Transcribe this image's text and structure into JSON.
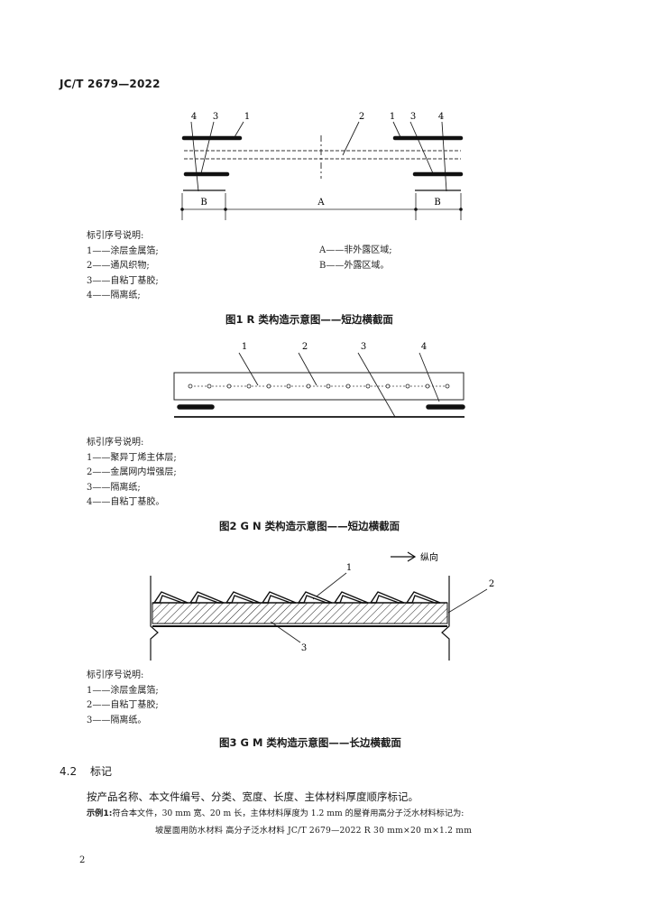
{
  "header": {
    "doc_code": "JC/T 2679—2022"
  },
  "figure1": {
    "callouts": [
      "4",
      "3",
      "1",
      "2",
      "1",
      "3",
      "4"
    ],
    "dim_labels": [
      "B",
      "A",
      "B"
    ],
    "legend_title": "标引序号说明:",
    "legend_items": [
      "1——涂层金属箔;",
      "2——通风织物;",
      "3——自粘丁基胶;",
      "4——隔离纸;"
    ],
    "zone_items": [
      "A——非外露区域;",
      "B——外露区域。"
    ],
    "caption": "图1   R 类构造示意图——短边横截面"
  },
  "figure2": {
    "callouts": [
      "1",
      "2",
      "3",
      "4"
    ],
    "legend_title": "标引序号说明:",
    "legend_items": [
      "1——聚异丁烯主体层;",
      "2——金属网内增强层;",
      "3——隔离纸;",
      "4——自粘丁基胶。"
    ],
    "caption": "图2   G N 类构造示意图——短边横截面"
  },
  "figure3": {
    "callouts": [
      "1",
      "2",
      "3"
    ],
    "direction_label": "纵向",
    "legend_title": "标引序号说明:",
    "legend_items": [
      "1——涂层金属箔;",
      "2——自粘丁基胶;",
      "3——隔离纸。"
    ],
    "caption": "图3   G M 类构造示意图——长边横截面"
  },
  "section": {
    "number": "4.2",
    "title": "标记",
    "paragraph": "按产品名称、本文件编号、分类、宽度、长度、主体材料厚度顺序标记。",
    "example_label": "示例1:",
    "example_text": "符合本文件，30 mm 宽、20 m 长，主体材料厚度为 1.2 mm 的屋脊用高分子泛水材料标记为:",
    "marking": "坡屋面用防水材料  高分子泛水材料  JC/T 2679—2022  R  30 mm×20 m×1.2 mm"
  },
  "page_number": "2"
}
